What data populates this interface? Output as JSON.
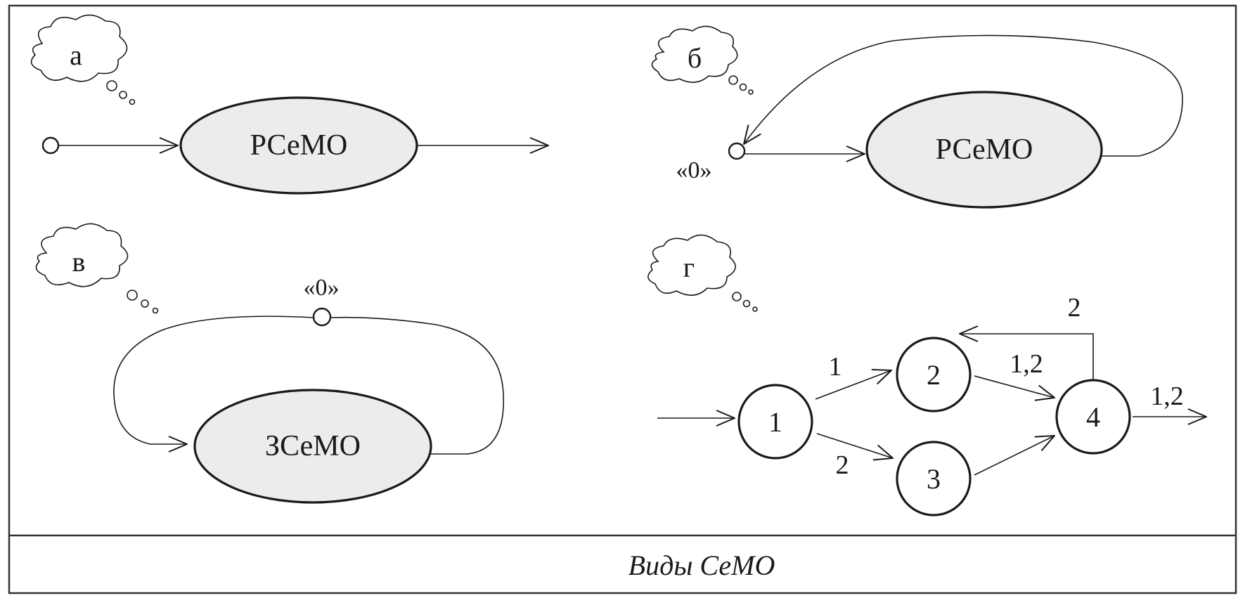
{
  "diagram": {
    "caption": "Виды СеМО",
    "panels": {
      "a": {
        "letter": "а",
        "node": "РСеМО"
      },
      "b": {
        "letter": "б",
        "node": "РСеМО",
        "zero": "«0»"
      },
      "v": {
        "letter": "в",
        "node": "ЗСеМО",
        "zero": "«0»"
      },
      "g": {
        "letter": "г",
        "nodes": [
          "1",
          "2",
          "3",
          "4"
        ],
        "edge_labels": {
          "n1_n2": "1",
          "n1_n3": "2",
          "n2_n4": "1,2",
          "n4_n2": "2",
          "n4_out": "1,2"
        }
      }
    }
  }
}
